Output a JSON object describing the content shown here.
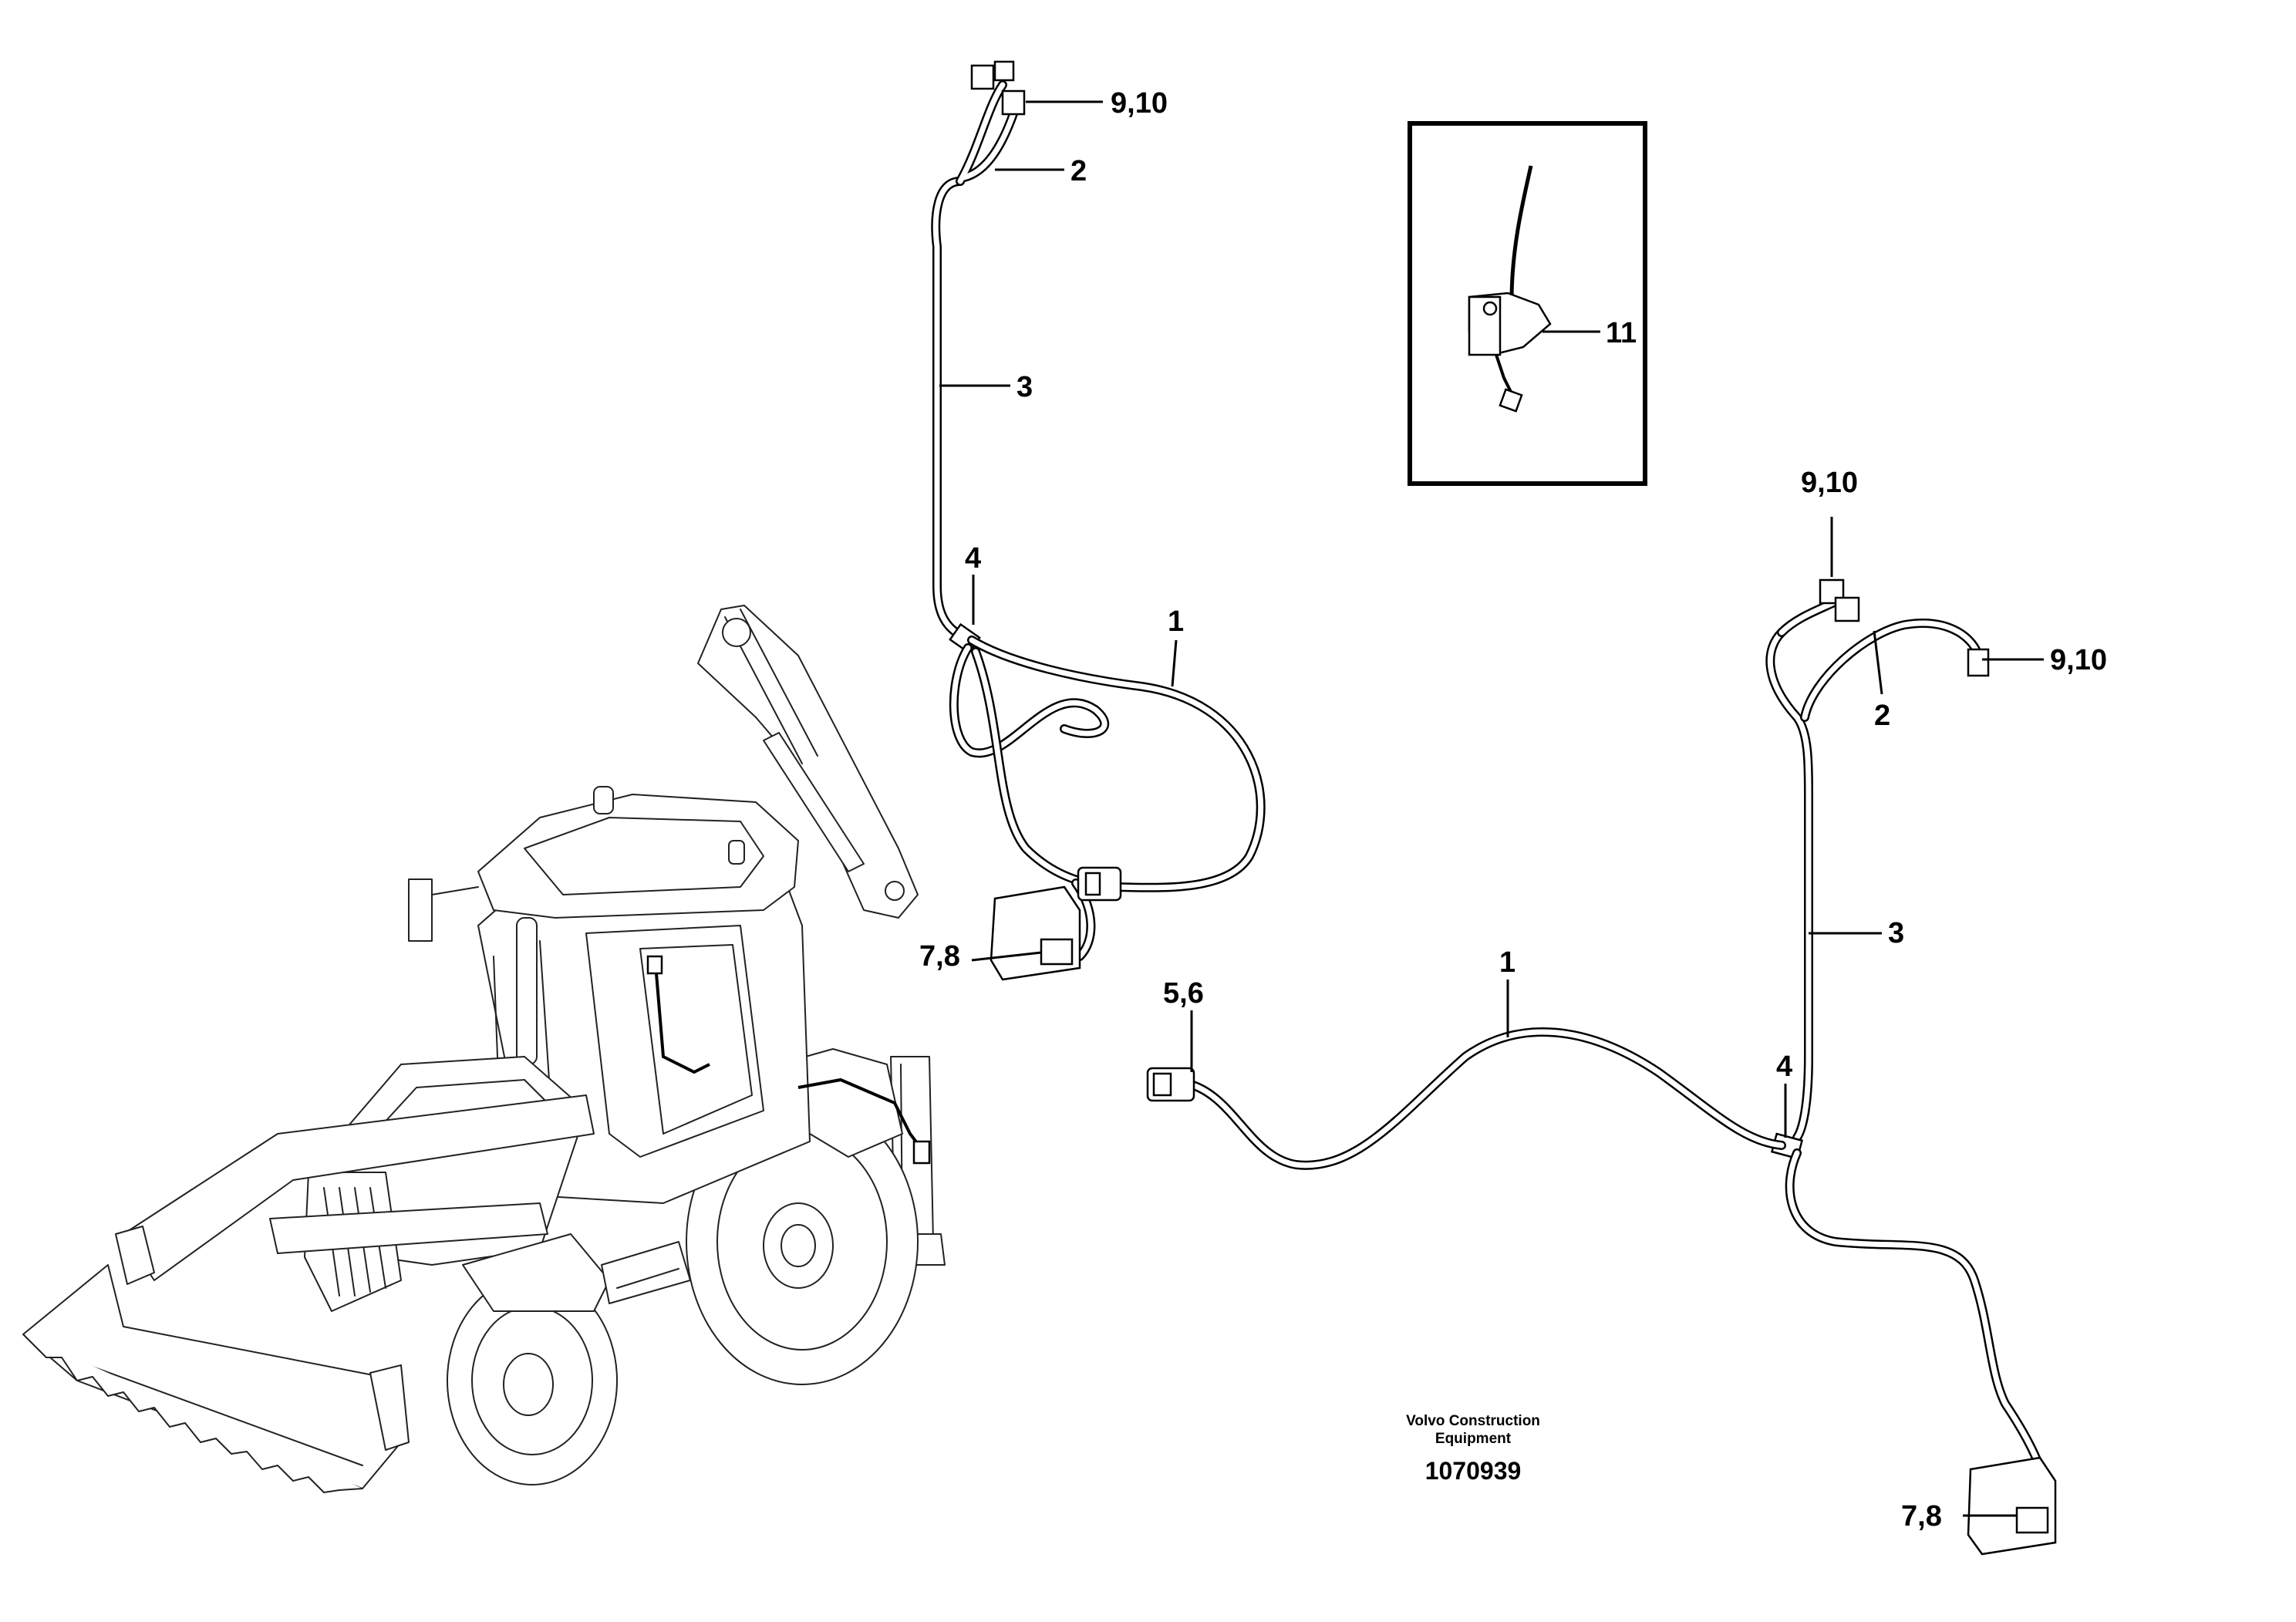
{
  "callouts": {
    "top_910": "9,10",
    "top_2": "2",
    "top_3": "3",
    "top_4": "4",
    "top_1": "1",
    "top_78": "7,8",
    "inset_11": "11",
    "right_910_a": "9,10",
    "right_910_b": "9,10",
    "right_2": "2",
    "right_3": "3",
    "right_1": "1",
    "right_56": "5,6",
    "right_4": "4",
    "right_78": "7,8"
  },
  "caption": {
    "line1": "Volvo Construction",
    "line2": "Equipment",
    "doc_number": "1070939"
  },
  "colors": {
    "ink": "#000000",
    "paper": "#ffffff"
  }
}
